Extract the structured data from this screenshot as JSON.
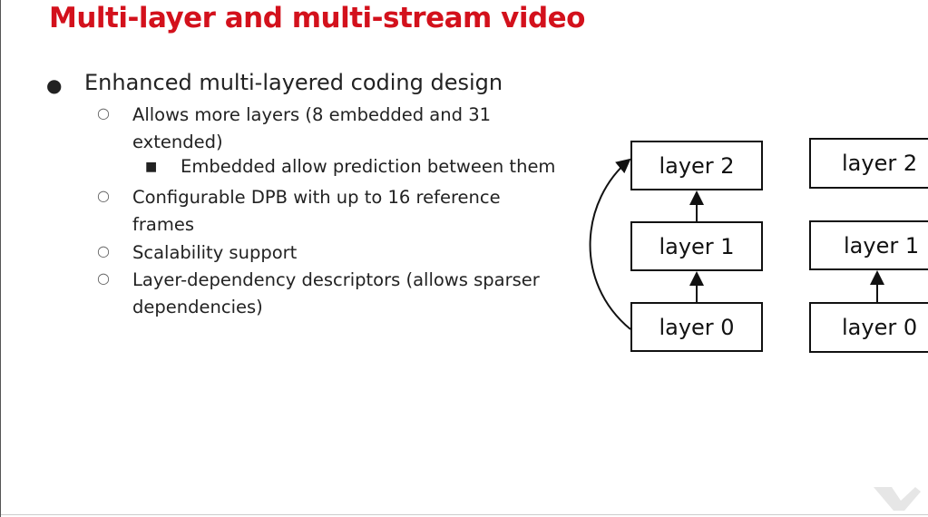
{
  "title": "Multi-layer and multi-stream video",
  "bullets": {
    "main": "Enhanced multi-layered coding design",
    "sub1_line1": "Allows more layers (8 embedded and 31",
    "sub1_line2": "extended)",
    "sub1_sub": "Embedded allow prediction between them",
    "sub2_line1": "Configurable DPB with up to 16 reference",
    "sub2_line2": "frames",
    "sub3": "Scalability support",
    "sub4_line1": "Layer-dependency descriptors (allows sparser",
    "sub4_line2": "dependencies)"
  },
  "diagram_left": {
    "layer2": "layer 2",
    "layer1": "layer 1",
    "layer0": "layer 0"
  },
  "diagram_right": {
    "layer2": "layer 2",
    "layer1": "layer 1",
    "layer0": "layer 0"
  },
  "colors": {
    "title": "#d3111c"
  }
}
